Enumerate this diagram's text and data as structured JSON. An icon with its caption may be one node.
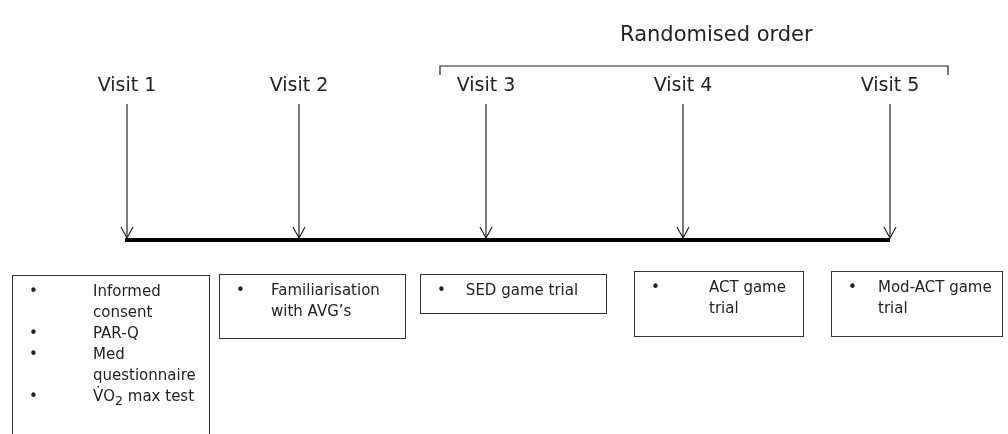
{
  "diagram": {
    "nodes": [
      {
        "text": [
          "Visit 1"
        ]
      },
      {
        "text": [
          "Visit 2"
        ]
      },
      {
        "text": [
          "Visit 3"
        ]
      },
      {
        "text": [
          "Visit 4"
        ]
      },
      {
        "text": [
          "Visit 5"
        ]
      },
      {
        "text": [],
        "shape": "bar"
      },
      {
        "text": [
          "•",
          "Informed consent",
          "•",
          "PAR-Q",
          "•",
          "Med questionnaire",
          "•",
          "V̇O$_{2}$ max test"
        ]
      },
      {
        "text": [
          "•",
          "Familiarisation with AVG’s"
        ]
      },
      {
        "text": [
          "•",
          "SED game trial"
        ]
      },
      {
        "text": [
          "•",
          "ACT game trial"
        ]
      },
      {
        "text": [
          "•",
          "Mod-ACT game trial"
        ]
      }
    ],
    "edges": [
      {
        "from": 0,
        "to": 5,
        "arrow": "to"
      },
      {
        "from": 1,
        "to": 5,
        "arrow": "to"
      },
      {
        "from": 2,
        "to": 5,
        "arrow": "to"
      },
      {
        "from": 3,
        "to": 5,
        "arrow": "to"
      },
      {
        "from": 4,
        "to": 5,
        "arrow": "to"
      }
    ],
    "labels": [
      "Randomised order"
    ]
  }
}
